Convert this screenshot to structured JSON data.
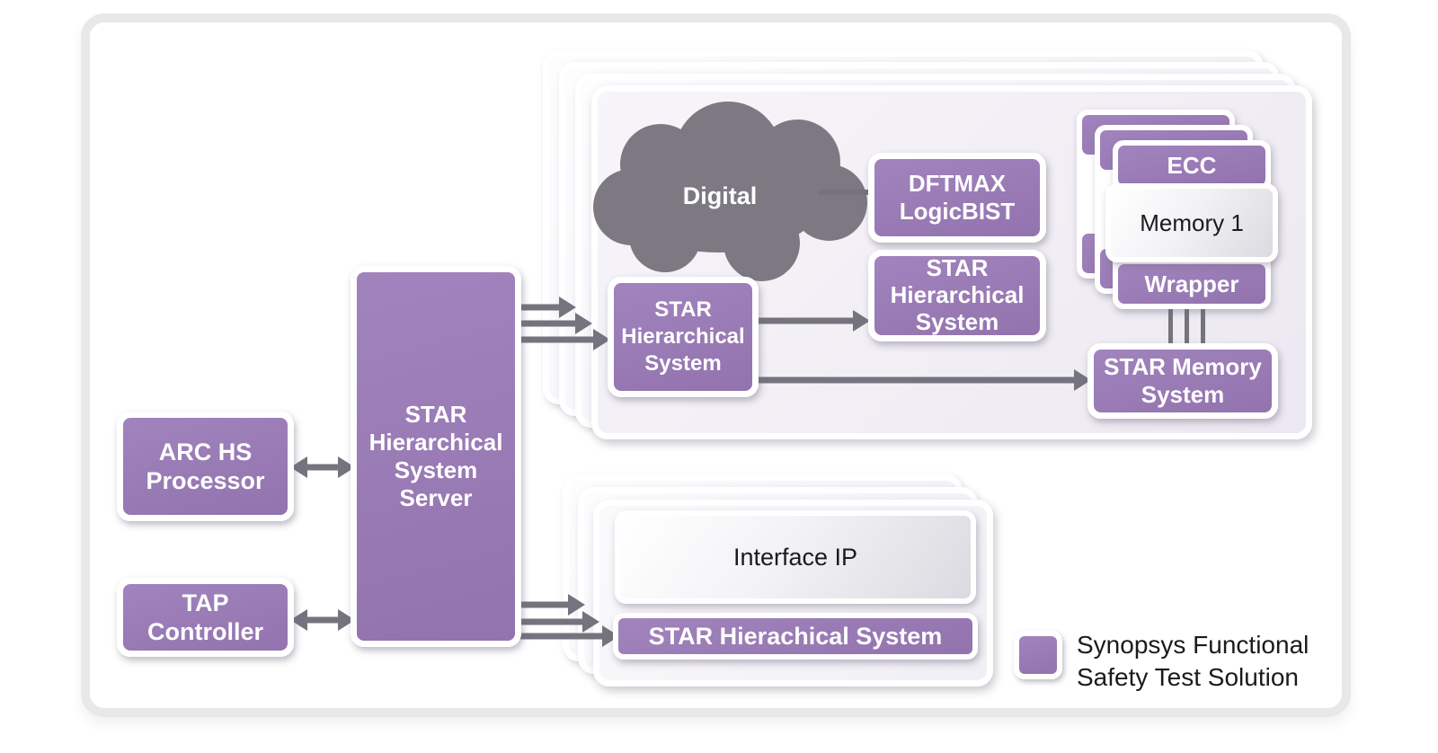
{
  "diagram": {
    "arc_processor": {
      "lines": [
        "ARC HS",
        "Processor"
      ]
    },
    "tap_controller": {
      "lines": [
        "TAP",
        "Controller"
      ]
    },
    "server": {
      "lines": [
        "STAR",
        "Hierarchical",
        "System",
        "Server"
      ]
    },
    "digital_cloud": {
      "label": "Digital"
    },
    "dftmax": {
      "lines": [
        "DFTMAX",
        "LogicBIST"
      ]
    },
    "star_hs_left": {
      "lines": [
        "STAR",
        "Hierarchical",
        "System"
      ]
    },
    "star_hs_right": {
      "lines": [
        "STAR",
        "Hierarchical",
        "System"
      ]
    },
    "memory_stack": {
      "ecc": "ECC",
      "memory": "Memory 1",
      "wrapper": "Wrapper"
    },
    "star_memory": {
      "lines": [
        "STAR Memory",
        "System"
      ]
    },
    "interface_ip": {
      "label": "Interface IP"
    },
    "star_hierachical_bar": {
      "label": "STAR Hierachical System"
    }
  },
  "legend": {
    "lines": [
      "Synopsys Functional",
      "Safety Test Solution"
    ]
  },
  "colors": {
    "purple": "#9878B5",
    "purple_dark": "#9273AE",
    "purple_light": "#A183BD",
    "cloud_gray": "#7C7983",
    "arrow_gray": "#75737E",
    "frame_border": "#E8E8EA",
    "dark_text": "#1B1B1D"
  }
}
